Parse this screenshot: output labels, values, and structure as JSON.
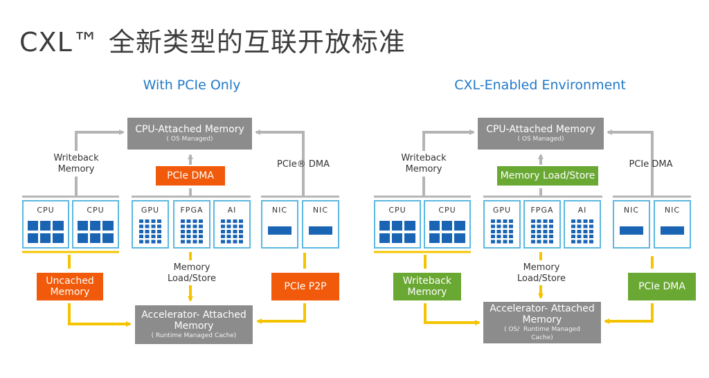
{
  "title": "CXL™  全新类型的互联开放标准",
  "left": {
    "heading": "With PCIe Only",
    "cpu_memory": {
      "main": "CPU-Attached Memory",
      "sub": "( OS Managed)"
    },
    "center_link": "PCIe DMA",
    "writeback_label": "Writeback\nMemory",
    "right_top_label": "PCIe® DMA",
    "tiles": [
      "CPU",
      "CPU",
      "GPU",
      "FPGA",
      "AI",
      "NIC",
      "NIC"
    ],
    "bottom_left_box": "Uncached\nMemory",
    "load_store_label": "Memory\nLoad/Store",
    "bottom_right_box": "PCIe P2P",
    "accel_memory": {
      "main": "Accelerator- Attached\nMemory",
      "sub": "( Runtime Managed Cache)"
    }
  },
  "right": {
    "heading": "CXL-Enabled Environment",
    "cpu_memory": {
      "main": "CPU-Attached Memory",
      "sub": "( OS Managed)"
    },
    "center_link": "Memory Load/Store",
    "writeback_label": "Writeback\nMemory",
    "right_top_label": "PCIe DMA",
    "tiles": [
      "CPU",
      "CPU",
      "GPU",
      "FPGA",
      "AI",
      "NIC",
      "NIC"
    ],
    "bottom_left_box": "Writeback\nMemory",
    "load_store_label": "Memory\nLoad/Store",
    "bottom_right_box": "PCIe DMA",
    "accel_memory": {
      "main": "Accelerator- Attached\nMemory",
      "sub": "( OS/  Runtime Managed\nCache)"
    }
  },
  "colors": {
    "orange": "#f05a0a",
    "green": "#6aa834",
    "gray": "#8c8c8c",
    "yellow": "#f5c400",
    "tile_border": "#5bb8e0",
    "chip_blue": "#1a64b4"
  }
}
